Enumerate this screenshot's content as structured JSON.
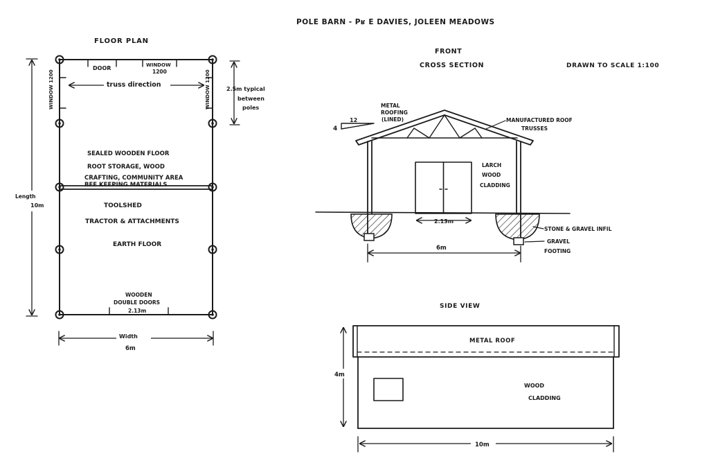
{
  "title": "POLE BARN  -  Pʁ E DAVIES, JOLEEN MEADOWS",
  "scale_note": "DRAWN TO SCALE  1:100",
  "floor_plan": {
    "heading": "FLOOR PLAN",
    "door": "DOOR",
    "window_top_line1": "WINDOW",
    "window_top_line2": "1200",
    "window_left": "WINDOW 1200",
    "window_right": "WINDOW 1200",
    "truss_direction": "truss direction",
    "spacing_note_line1": "2.5m typical",
    "spacing_note_line2": "between",
    "spacing_note_line3": "poles",
    "upper_line1": "SEALED WOODEN FLOOR",
    "upper_line2": "ROOT STORAGE, WOOD",
    "upper_line3": "CRAFTING, COMMUNITY AREA",
    "upper_line4": "BEE KEEPING MATERIALS",
    "lower_line1": "TOOLSHED",
    "lower_line2": "TRACTOR & ATTACHMENTS",
    "lower_line3": "EARTH FLOOR",
    "doors_line1": "WOODEN",
    "doors_line2": "DOUBLE DOORS",
    "doors_line3": "2.13m",
    "length_label": "Length",
    "length_value": "10m",
    "width_label": "Width",
    "width_value": "6m"
  },
  "front_section": {
    "heading_line1": "FRONT",
    "heading_line2": "CROSS SECTION",
    "pitch_rise": "4",
    "pitch_run": "12",
    "roof_line1": "METAL",
    "roof_line2": "ROOFING",
    "roof_line3": "(LINED)",
    "truss_line1": "MANUFACTURED ROOF",
    "truss_line2": "TRUSSES",
    "cladding_line1": "LARCH",
    "cladding_line2": "WOOD",
    "cladding_line3": "CLADDING",
    "door_width": "2.13m",
    "infill": "STONE & GRAVEL INFIL",
    "footing_line1": "GRAVEL",
    "footing_line2": "FOOTING",
    "span": "6m"
  },
  "side_view": {
    "heading": "SIDE VIEW",
    "roof": "METAL ROOF",
    "cladding_line1": "WOOD",
    "cladding_line2": "CLADDING",
    "height": "4m",
    "length": "10m"
  }
}
